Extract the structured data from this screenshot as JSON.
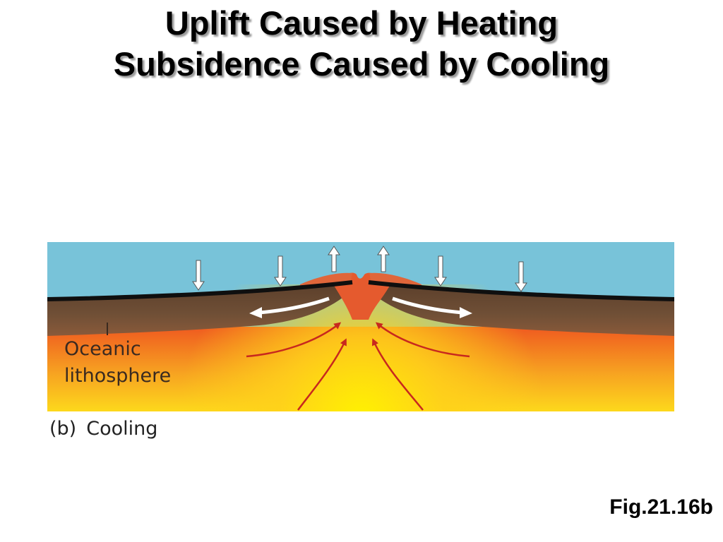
{
  "title": {
    "line1": "Uplift Caused by Heating",
    "line2": "Subsidence Caused by Cooling"
  },
  "figure": {
    "layer_label_line1": "Oceanic",
    "layer_label_line2": "lithosphere",
    "caption_letter": "(b)",
    "caption_text": "Cooling",
    "colors": {
      "ocean": "#78c3d9",
      "lithosphere": "#6e4d36",
      "crust_edge": "#0f0f0f",
      "mantle_hot": "#fff000",
      "mantle_cool": "#ef5a20",
      "ridge": "#e55a2e",
      "arrow_white": "#ffffff",
      "arrow_red": "#c8281e"
    },
    "arrows": {
      "uplift": [
        "arrow-up",
        "arrow-up"
      ],
      "subsidence": [
        "arrow-down",
        "arrow-down",
        "arrow-down",
        "arrow-down"
      ]
    }
  },
  "figure_ref": "Fig.21.16b"
}
